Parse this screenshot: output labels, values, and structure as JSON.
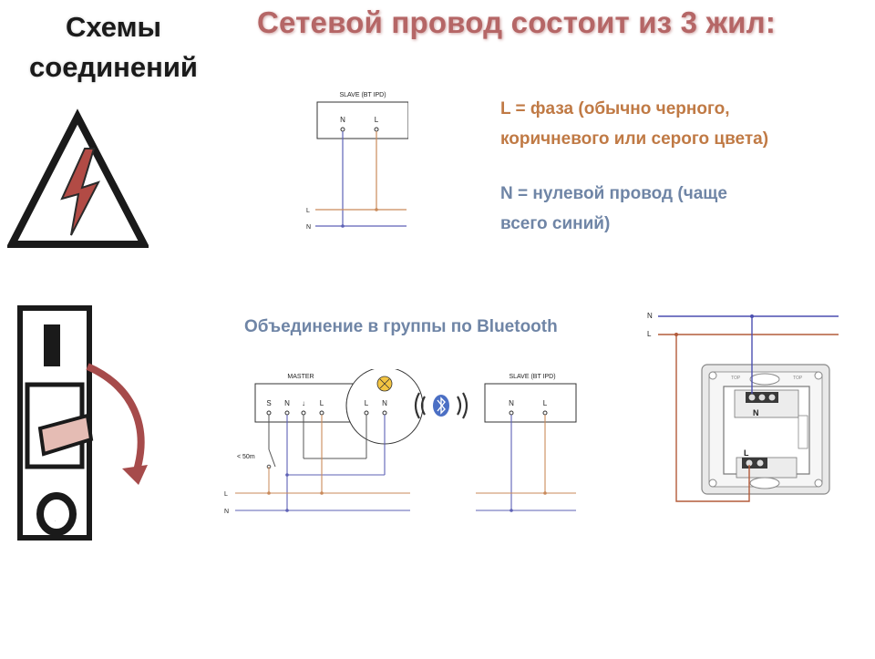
{
  "header": {
    "side_title_line1": "Схемы",
    "side_title_line2": "соединений",
    "main_title": "Сетевой провод состоит из 3 жил:"
  },
  "legend": {
    "phase_line1": "L = фаза (обычно черного,",
    "phase_line2": "коричневого или серого цвета)",
    "neutral_line1": "N  = нулевой провод (чаще",
    "neutral_line2": "всего синий)"
  },
  "breaker": {
    "on_label": "I",
    "off_label": "O"
  },
  "diagram_slave_top": {
    "title": "SLAVE (BT IPD)",
    "terminal_n": "N",
    "terminal_l": "L",
    "bus_l": "L",
    "bus_n": "N"
  },
  "group_section": {
    "title": "Объединение в группы по Bluetooth"
  },
  "diagram_master": {
    "title": "MASTER",
    "terminal_s": "S",
    "terminal_n": "N",
    "terminal_arrow": "↓",
    "terminal_l": "L",
    "lamp_l": "L",
    "lamp_n": "N",
    "switch_label": "< 50m",
    "bus_l": "L",
    "bus_n": "N"
  },
  "diagram_slave_bottom": {
    "title": "SLAVE (BT IPD)",
    "terminal_n": "N",
    "terminal_l": "L"
  },
  "diagram_device": {
    "bus_n": "N",
    "bus_l": "L",
    "terminal_n": "N",
    "terminal_l": "L",
    "top_mark_left": "TOP",
    "top_mark_right": "TOP"
  },
  "colors": {
    "phase_wire": "#c98a5a",
    "neutral_wire": "#5e62b6",
    "title_red": "#b56666",
    "legend_blue": "#6f85a6",
    "legend_orange": "#c07a45",
    "device_wire": "#b35b3a",
    "device_neutral": "#4b4fb0",
    "hazard_red": "#b24b45",
    "breaker_arrow": "#a64b4b",
    "lamp_yellow": "#f4c542"
  },
  "icons": [
    "high-voltage-warning-icon",
    "circuit-breaker-icon",
    "bluetooth-icon",
    "lamp-icon"
  ]
}
